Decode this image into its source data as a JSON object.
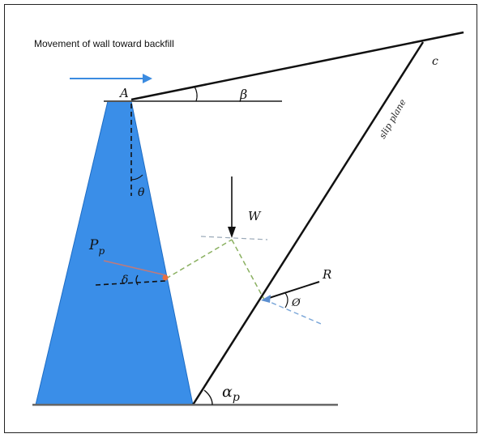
{
  "caption": "Movement of wall toward backfill",
  "labels": {
    "A": "A",
    "beta": "β",
    "C": "c",
    "slip_plane": "slip plane",
    "theta": "θ",
    "W": "W",
    "Pp_main": "P",
    "Pp_sub": "p",
    "delta": "δ",
    "R": "R",
    "phi": "Ø",
    "alpha_main": "α",
    "alpha_sub": "p"
  },
  "colors": {
    "wall_fill": "#3a8ee8",
    "arrow_blue": "#3b8be0",
    "line_dark": "#111111",
    "ground_line": "#666666",
    "force_green": "#8ab060",
    "reaction_blue": "#7aa6d8",
    "dashed_gray": "#9aa9b8",
    "contact_point": "#e87040"
  }
}
